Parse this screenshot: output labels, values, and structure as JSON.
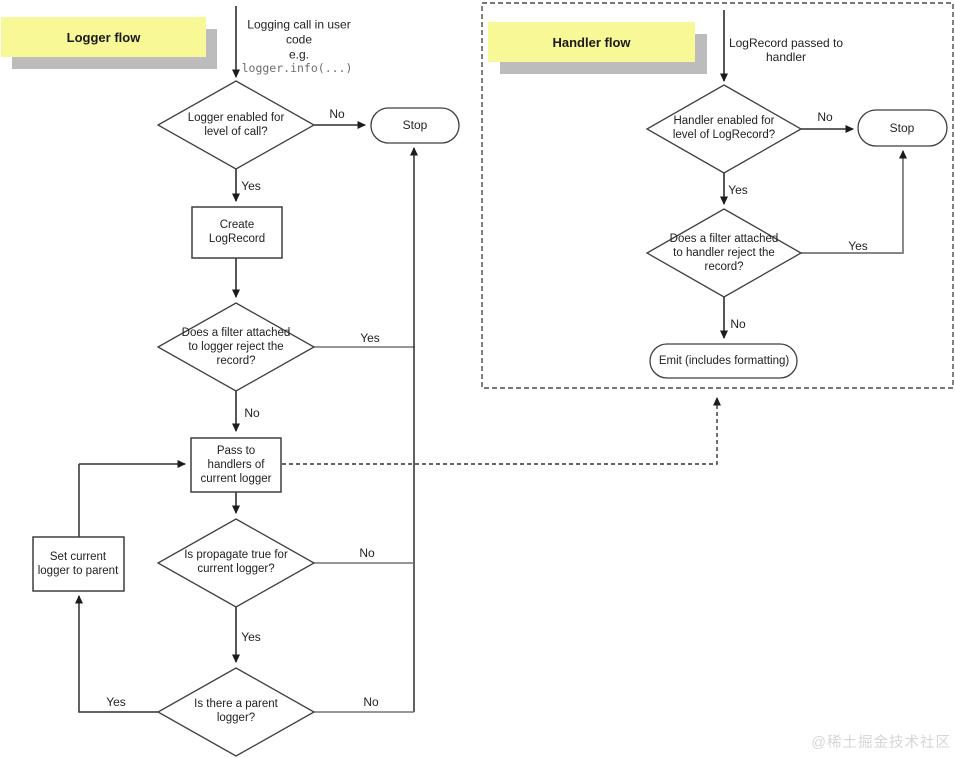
{
  "logger_flow": {
    "banner": "Logger flow",
    "entry_note": "Logging call in user\ncode\ne.g.",
    "entry_code": "logger.info(...)",
    "decision_level": "Logger enabled for\nlevel of call?",
    "stop": "Stop",
    "create_record": "Create\nLogRecord",
    "decision_filter": "Does a filter attached\nto logger reject the\nrecord?",
    "pass_handlers": "Pass to\nhandlers of\ncurrent logger",
    "decision_propagate": "Is propagate true for\ncurrent logger?",
    "decision_parent": "Is there a parent\nlogger?",
    "set_parent": "Set current\nlogger to parent",
    "labels": {
      "level_no": "No",
      "level_yes": "Yes",
      "filter_yes": "Yes",
      "filter_no": "No",
      "propagate_no": "No",
      "propagate_yes": "Yes",
      "parent_yes": "Yes",
      "parent_no": "No"
    }
  },
  "handler_flow": {
    "banner": "Handler flow",
    "entry_note": "LogRecord passed to\nhandler",
    "decision_level": "Handler enabled for\nlevel of LogRecord?",
    "stop": "Stop",
    "decision_filter": "Does a filter attached\nto handler reject the\nrecord?",
    "emit": "Emit (includes formatting)",
    "labels": {
      "level_no": "No",
      "level_yes": "Yes",
      "filter_yes": "Yes",
      "filter_no": "No"
    }
  },
  "watermark": "@稀土掘金技术社区",
  "colors": {
    "banner_yellow": "#f8f896",
    "banner_shadow": "#bcbcbc",
    "shape_stroke": "#3f3f3f",
    "connector_gray": "#757575",
    "arrow_dark": "#2b2b2b",
    "text": "#222222",
    "watermark_gray": "#d6d6d6"
  }
}
